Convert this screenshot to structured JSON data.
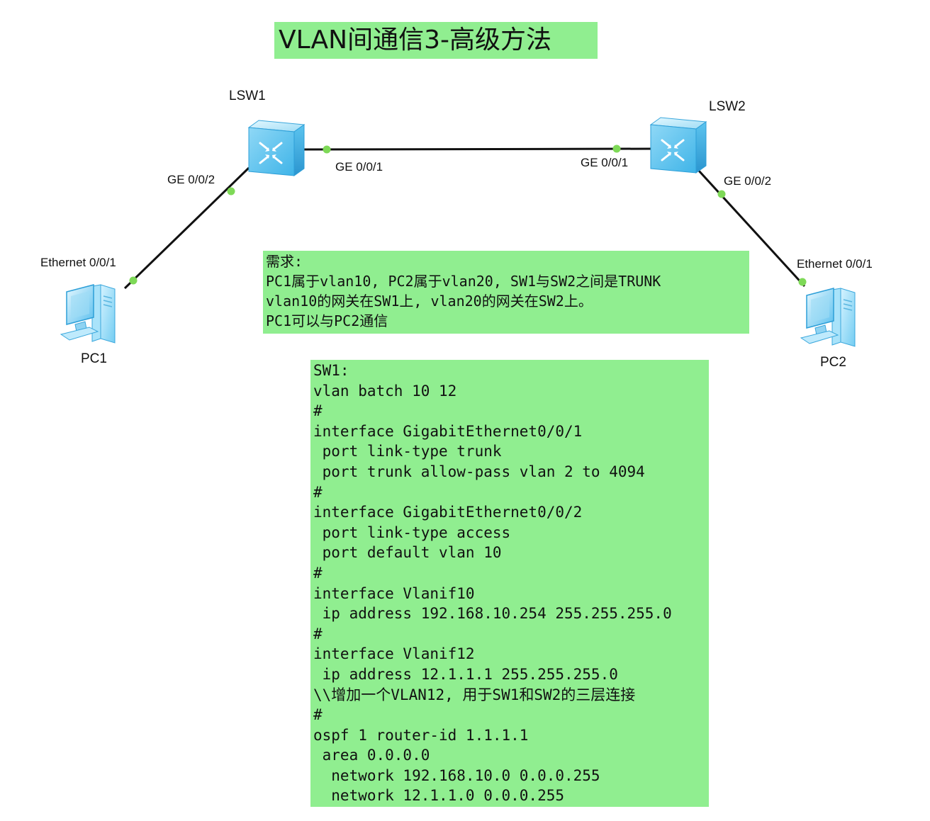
{
  "title": "VLAN间通信3-高级方法",
  "devices": {
    "lsw1": "LSW1",
    "lsw2": "LSW2",
    "pc1": "PC1",
    "pc2": "PC2"
  },
  "ports": {
    "pc1_eth": "Ethernet 0/0/1",
    "lsw1_ge2": "GE 0/0/2",
    "lsw1_ge1": "GE 0/0/1",
    "lsw2_ge1": "GE 0/0/1",
    "lsw2_ge2": "GE 0/0/2",
    "pc2_eth": "Ethernet 0/0/1"
  },
  "requirements": [
    "需求:",
    "PC1属于vlan10, PC2属于vlan20, SW1与SW2之间是TRUNK",
    "vlan10的网关在SW1上, vlan20的网关在SW2上。",
    "PC1可以与PC2通信"
  ],
  "config": [
    "SW1:",
    "vlan batch 10 12",
    "#",
    "interface GigabitEthernet0/0/1",
    " port link-type trunk",
    " port trunk allow-pass vlan 2 to 4094",
    "#",
    "interface GigabitEthernet0/0/2",
    " port link-type access",
    " port default vlan 10",
    "#",
    "interface Vlanif10",
    " ip address 192.168.10.254 255.255.255.0",
    "#",
    "interface Vlanif12",
    " ip address 12.1.1.1 255.255.255.0",
    "\\\\增加一个VLAN12, 用于SW1和SW2的三层连接",
    "#",
    "ospf 1 router-id 1.1.1.1",
    " area 0.0.0.0",
    "  network 192.168.10.0 0.0.0.255",
    "  network 12.1.1.0 0.0.0.255"
  ],
  "colors": {
    "panel_background": "#90ee90",
    "link": "#111111",
    "port_dot": "#7ed957",
    "device_blue": "#4fc3f7"
  }
}
